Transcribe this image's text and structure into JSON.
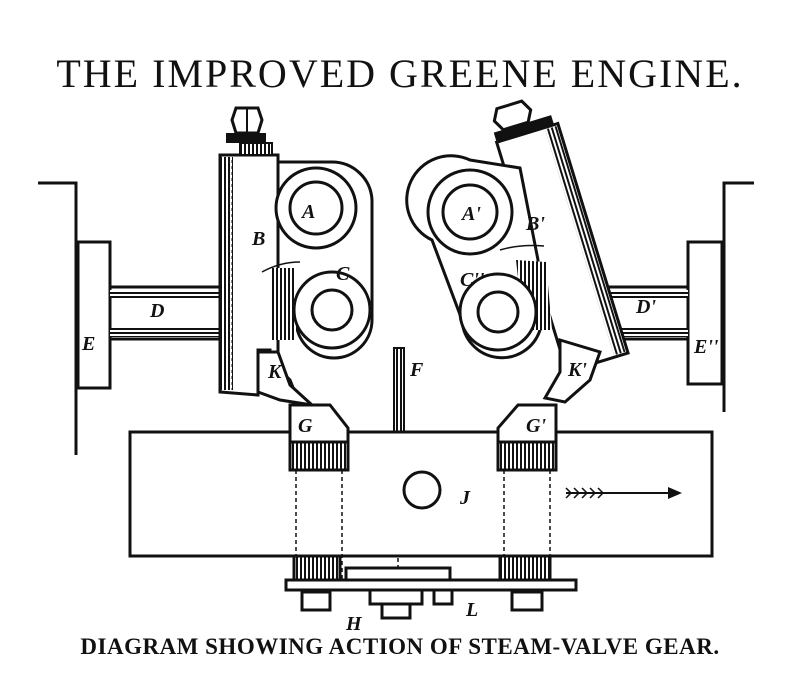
{
  "title": "THE IMPROVED GREENE ENGINE.",
  "caption": "DIAGRAM SHOWING ACTION OF STEAM-VALVE GEAR.",
  "labels": {
    "A": "A",
    "A2": "A'",
    "B": "B",
    "B2": "B'",
    "C": "C",
    "C2": "C''",
    "D": "D",
    "D2": "D'",
    "E": "E",
    "E2": "E''",
    "F": "F",
    "G": "G",
    "G2": "G'",
    "K": "K",
    "K2": "K'",
    "J": "J",
    "H": "H",
    "L": "L"
  },
  "colors": {
    "ink": "#111111",
    "paper": "#ffffff"
  }
}
